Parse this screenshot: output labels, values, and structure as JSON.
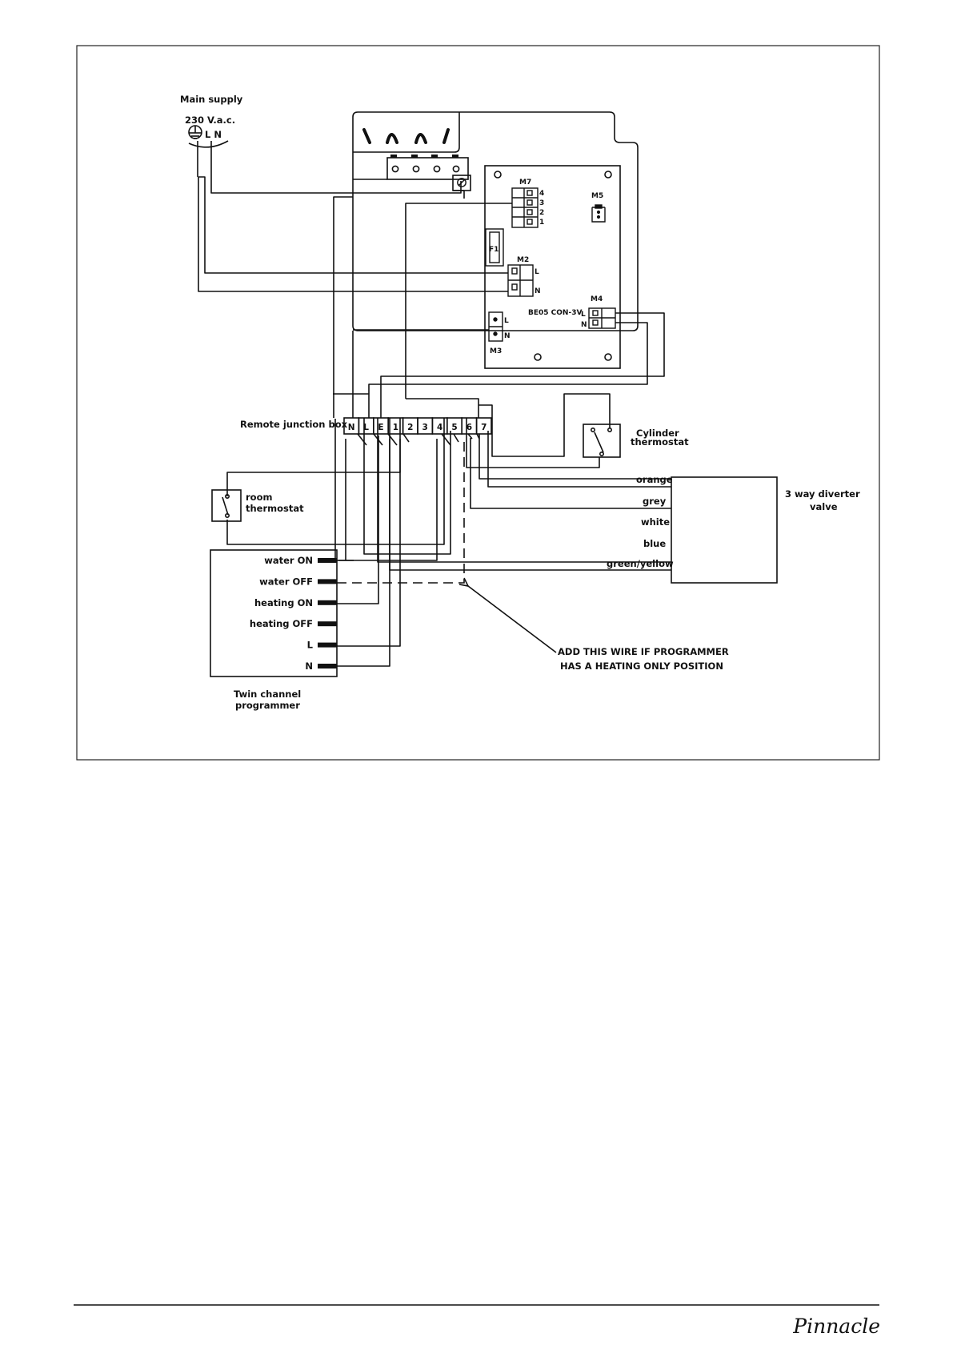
{
  "mains": {
    "title": "Main supply",
    "voltage": "230 V.a.c.",
    "terminals": "L N"
  },
  "pcb": {
    "model": "BE05 CON-3V",
    "connectors": {
      "m7": "M7",
      "m2": "M2",
      "m3": "M3",
      "m4": "M4",
      "m5": "M5",
      "fuse": "F1",
      "m7_pins": [
        "4",
        "3",
        "2",
        "1"
      ],
      "m2_pins": [
        "L",
        "N"
      ],
      "m3_pins": [
        "L",
        "N"
      ],
      "m4_pins": [
        "L",
        "N"
      ]
    }
  },
  "junction_box": {
    "label": "Remote junction box",
    "terminals": [
      "N",
      "L",
      "E",
      "1",
      "2",
      "3",
      "4",
      "5",
      "6",
      "7"
    ]
  },
  "room_thermostat": {
    "line1": "room",
    "line2": "thermostat"
  },
  "cylinder_thermostat": {
    "line1": "Cylinder",
    "line2": "thermostat"
  },
  "diverter_valve": {
    "line1": "3 way diverter",
    "line2": "valve",
    "wires": [
      "orange",
      "grey",
      "white",
      "blue",
      "green/yellow"
    ]
  },
  "programmer": {
    "terminals": [
      "water ON",
      "water OFF",
      "heating ON",
      "heating OFF",
      "L",
      "N"
    ],
    "caption_line1": "Twin channel",
    "caption_line2": "programmer"
  },
  "note": {
    "line1": "ADD THIS WIRE IF PROGRAMMER",
    "line2": "HAS A HEATING ONLY POSITION"
  },
  "footer": {
    "logo": "Pinnacle"
  }
}
